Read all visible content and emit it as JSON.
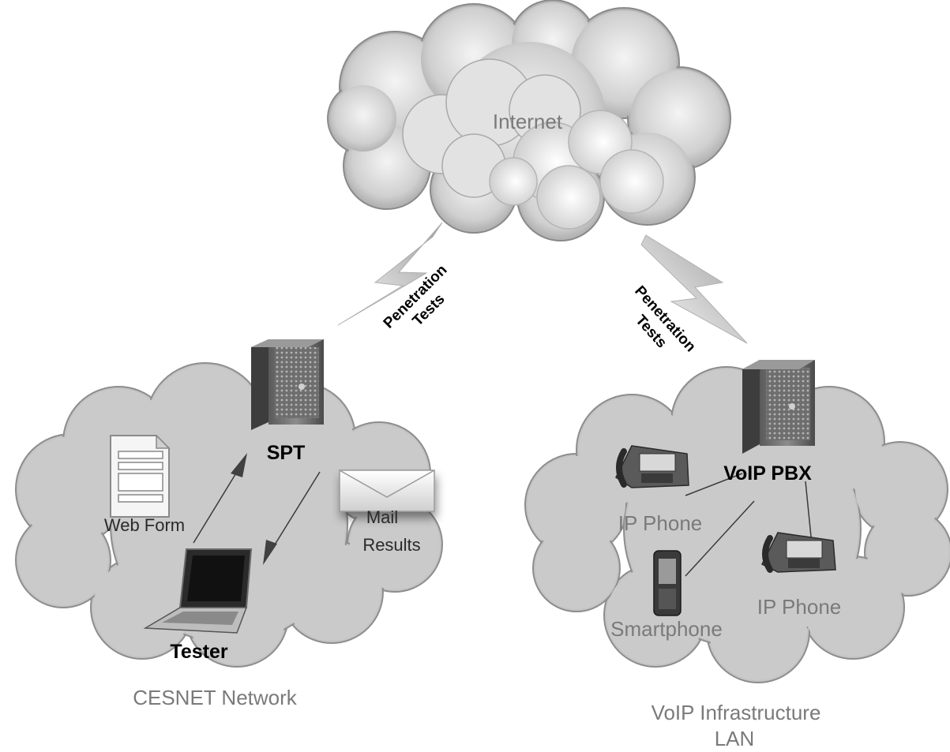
{
  "internet": {
    "label": "Internet"
  },
  "links": {
    "left": {
      "line1": "Penetration",
      "line2": "Tests"
    },
    "right": {
      "line1": "Penetration",
      "line2": "Tests"
    }
  },
  "cesnet": {
    "network_label": "CESNET Network",
    "spt_label": "SPT",
    "tester_label": "Tester",
    "webform_label": "Web Form",
    "mail_line1": "Mail",
    "mail_line2": "Results"
  },
  "voip": {
    "network_line1": "VoIP Infrastructure",
    "network_line2": "LAN",
    "pbx_label": "VoIP PBX",
    "ip_phone_1": "IP Phone",
    "ip_phone_2": "IP Phone",
    "smartphone": "Smartphone"
  }
}
